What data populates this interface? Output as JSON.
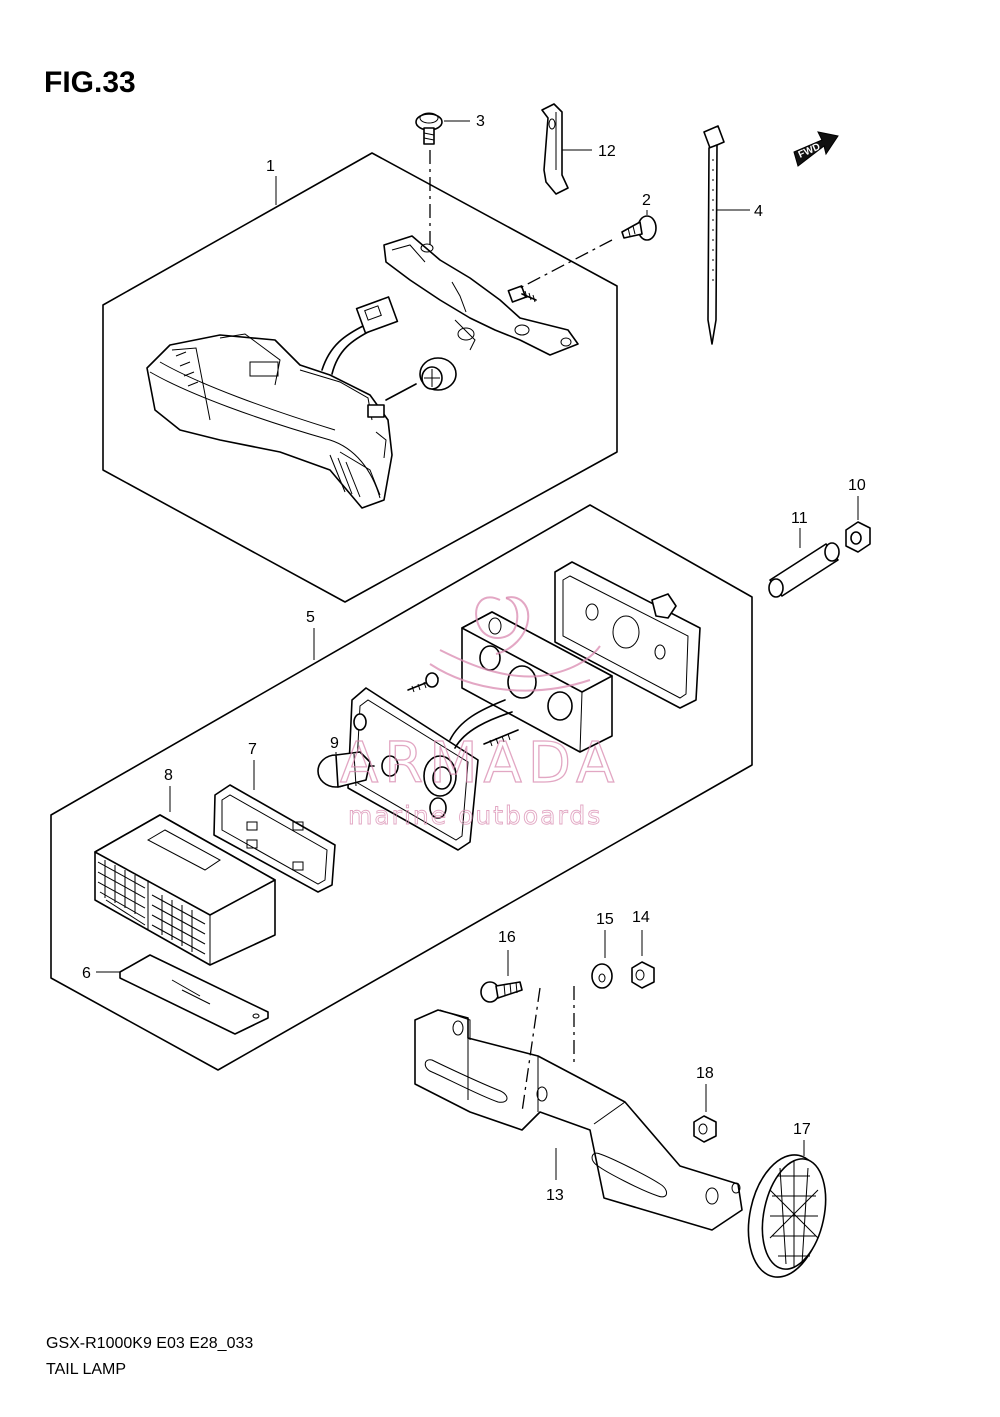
{
  "figure": {
    "title": "FIG.33",
    "model_code": "GSX-R1000K9 E03 E28_033",
    "caption": "TAIL LAMP"
  },
  "fwd_arrow": {
    "label": "FWD",
    "icon": "forward-arrow-icon"
  },
  "watermark": {
    "brand": "ARMADA",
    "tagline": "marine outboards",
    "color": "#d98ab0"
  },
  "callouts": [
    {
      "id": "1",
      "label": "1"
    },
    {
      "id": "2",
      "label": "2"
    },
    {
      "id": "3",
      "label": "3"
    },
    {
      "id": "4",
      "label": "4"
    },
    {
      "id": "5",
      "label": "5"
    },
    {
      "id": "6",
      "label": "6"
    },
    {
      "id": "7",
      "label": "7"
    },
    {
      "id": "8",
      "label": "8"
    },
    {
      "id": "9",
      "label": "9"
    },
    {
      "id": "10",
      "label": "10"
    },
    {
      "id": "11",
      "label": "11"
    },
    {
      "id": "12",
      "label": "12"
    },
    {
      "id": "13",
      "label": "13"
    },
    {
      "id": "14",
      "label": "14"
    },
    {
      "id": "15",
      "label": "15"
    },
    {
      "id": "16",
      "label": "16"
    },
    {
      "id": "17",
      "label": "17"
    },
    {
      "id": "18",
      "label": "18"
    }
  ]
}
